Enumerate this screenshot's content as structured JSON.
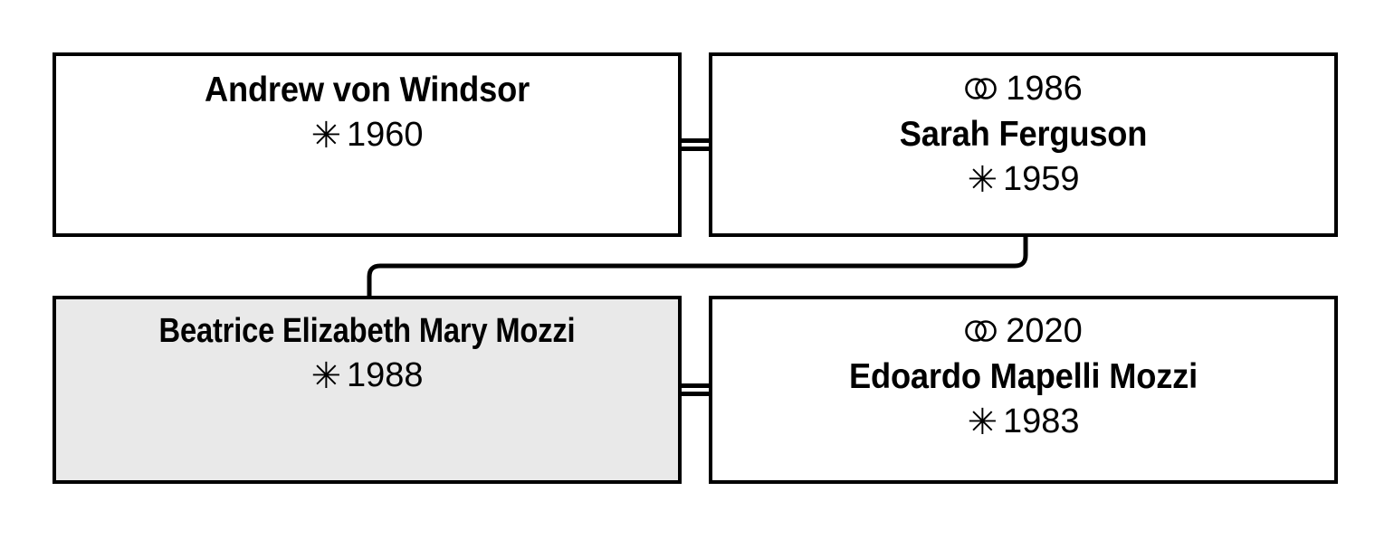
{
  "diagram": {
    "title": "Family tree",
    "type": "genealogy-chart",
    "symbols": {
      "birth": "✳",
      "birth_name": "birth-asterisk-icon",
      "marriage": "⚭",
      "marriage_name": "marriage-rings-icon"
    },
    "colors": {
      "background": "#ffffff",
      "box_fill": "#ffffff",
      "box_fill_highlight": "#e9e9e9",
      "stroke": "#000000"
    }
  },
  "people": {
    "andrew": {
      "name": "Andrew von Windsor",
      "birth_year": "1960",
      "highlighted": "false"
    },
    "sarah": {
      "marriage_year": "1986",
      "name": "Sarah Ferguson",
      "birth_year": "1959",
      "highlighted": "false"
    },
    "beatrice": {
      "name": "Beatrice Elizabeth Mary Mozzi",
      "birth_year": "1988",
      "highlighted": "true"
    },
    "edoardo": {
      "marriage_year": "2020",
      "name": "Edoardo Mapelli Mozzi",
      "birth_year": "1983",
      "highlighted": "false"
    }
  },
  "connectors": {
    "marriage_top": "=",
    "marriage_bottom": "=",
    "descent": "parent-to-child-line"
  }
}
